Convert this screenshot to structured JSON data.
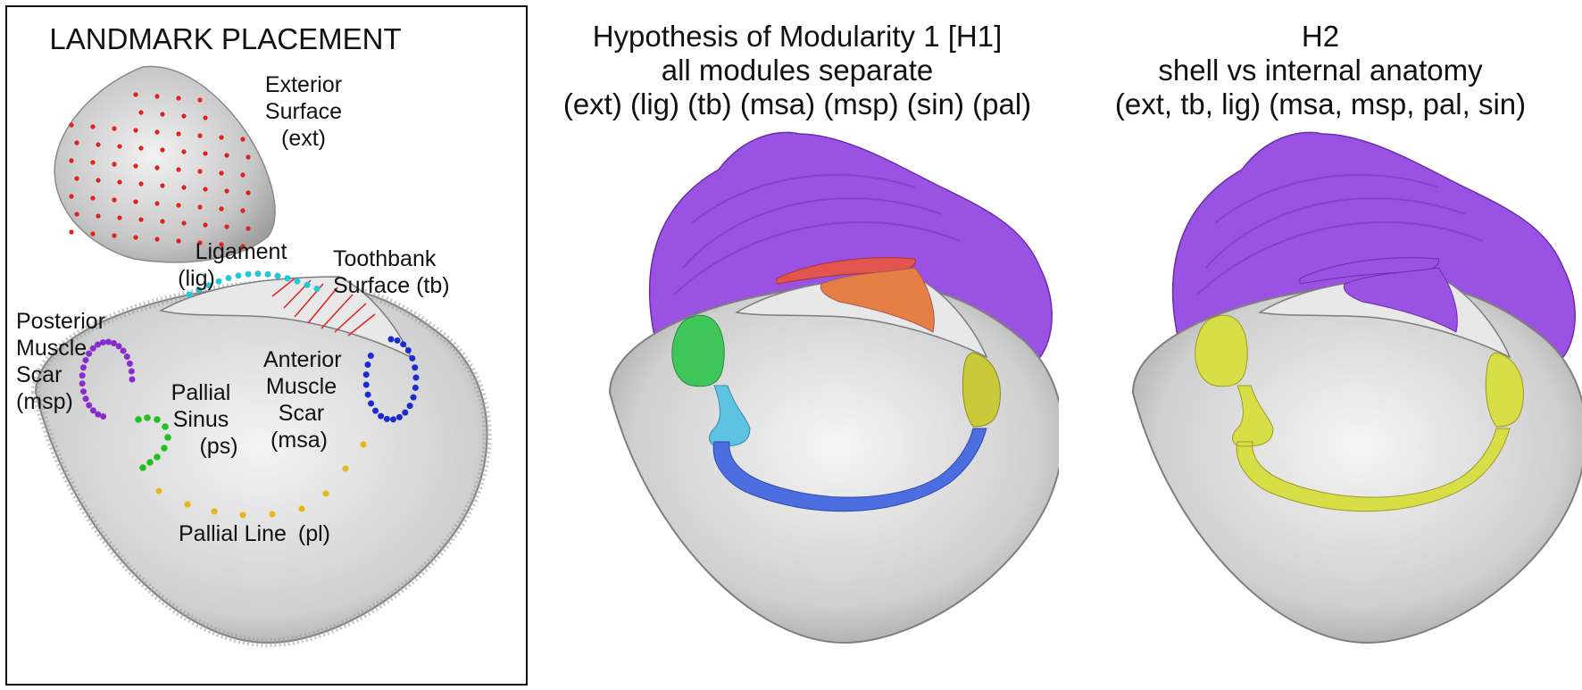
{
  "landmark_panel": {
    "title": "LANDMARK PLACEMENT",
    "exterior": [
      "Exterior",
      "Surface",
      "(ext)"
    ],
    "ligament": [
      "Ligament",
      "(lig)"
    ],
    "toothbank": [
      "Toothbank",
      "Surface (tb)"
    ],
    "posterior": [
      "Posterior",
      "Muscle",
      "Scar",
      "(msp)"
    ],
    "anterior": [
      "Anterior",
      "Muscle",
      "Scar",
      "(msa)"
    ],
    "pallial_sinus": [
      "Pallial",
      "Sinus",
      "(ps)"
    ],
    "pallial_line": "Pallial Line",
    "pallial_line_abbr": "(pl)"
  },
  "h1_panel": {
    "title_lines": [
      "Hypothesis of Modularity 1 [H1]",
      "all modules separate",
      "(ext) (lig) (tb) (msa) (msp) (sin) (pal)"
    ]
  },
  "h2_panel": {
    "title_lines": [
      "H2",
      "shell vs internal anatomy",
      "(ext, tb, lig) (msa, msp, pal, sin)"
    ]
  },
  "colors": {
    "shell": "#c9c9c9",
    "shell_interior": "#dcdcdc",
    "exterior_module": "#9a4fe0",
    "ligament_module": "#e2554f",
    "toothbank_module": "#e57f45",
    "msp_module": "#3fc65a",
    "sinus_module": "#5ec3e2",
    "pallial_module": "#4c6ee0",
    "msa_module": "#c9c93a",
    "internal_module_h2": "#d8de45",
    "landmark_ext": "#e02020",
    "landmark_lig": "#22c8d8",
    "landmark_msp": "#8a2bd0",
    "landmark_msa": "#1a2bd0",
    "landmark_sinus": "#22c022",
    "landmark_pl": "#e8b812"
  }
}
